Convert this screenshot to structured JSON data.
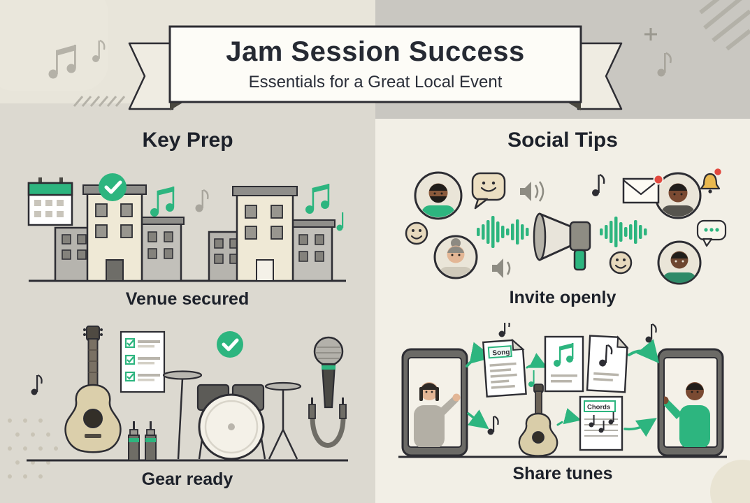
{
  "banner": {
    "title": "Jam Session Success",
    "subtitle": "Essentials for a Great Local Event"
  },
  "sections": {
    "key_prep": {
      "heading": "Key Prep",
      "items": [
        {
          "caption": "Venue secured"
        },
        {
          "caption": "Gear ready"
        }
      ]
    },
    "social_tips": {
      "heading": "Social Tips",
      "items": [
        {
          "caption": "Invite openly"
        },
        {
          "caption": "Share tunes"
        }
      ]
    }
  },
  "labels": {
    "song": "Song",
    "chords": "Chords"
  },
  "colors": {
    "accent_green": "#2db57f",
    "notification_red": "#e2493f",
    "outline_dark": "#2d2d33",
    "left_bg": "#dcd9d0",
    "right_bg": "#f2efe6",
    "top_right_bg": "#c9c7c1",
    "paper": "#ffffff"
  },
  "icons": {
    "check-badge-icon": "white check in green circle",
    "calendar-icon": "calendar grid",
    "building-icon": "music venue buildings",
    "music-note-icon": "eighth note",
    "checklist-icon": "checklist with green checks",
    "guitar-icon": "acoustic guitar",
    "drum-kit-icon": "drum kit with cymbals",
    "microphone-icon": "handheld microphone",
    "cable-icon": "audio cable jack plugs",
    "avatar-icon": "person portrait circle",
    "smiley-icon": "smiling face",
    "speech-bubble-icon": "chat bubble",
    "megaphone-icon": "megaphone",
    "waveform-icon": "green audio waveform bars",
    "volume-icon": "speaker with sound arcs",
    "envelope-icon": "envelope with red notification dot",
    "bell-icon": "notification bell with red dot",
    "phone-icon": "smartphone video call",
    "arrow-icon": "green curved arrow",
    "song-sheet-icon": "song lyric sheet",
    "music-sheet-icon": "sheet with music notes",
    "chords-sheet-icon": "chord chart sheet"
  }
}
